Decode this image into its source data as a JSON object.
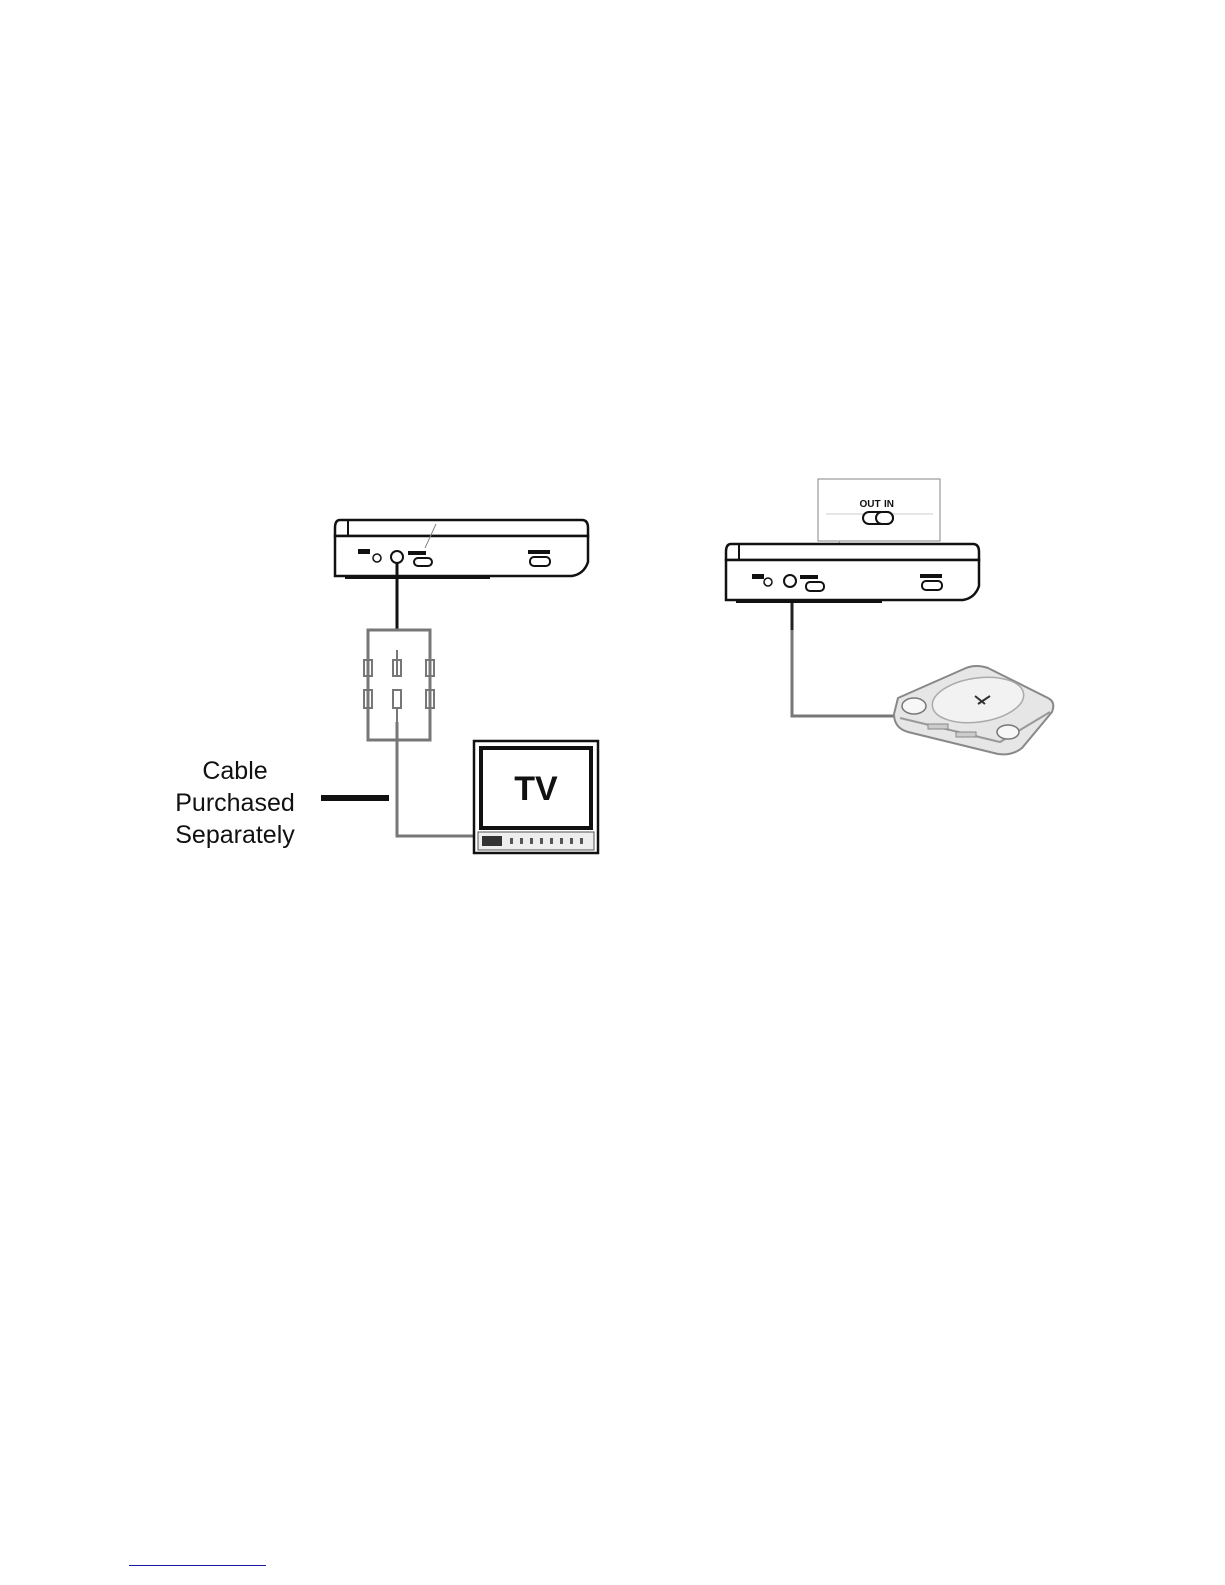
{
  "left_figure": {
    "caption_lines": [
      "Cable",
      "Purchased",
      "Separately"
    ],
    "tv_label": "TV"
  },
  "right_figure": {
    "switch_label_out": "OUT",
    "switch_label_in": "IN"
  }
}
